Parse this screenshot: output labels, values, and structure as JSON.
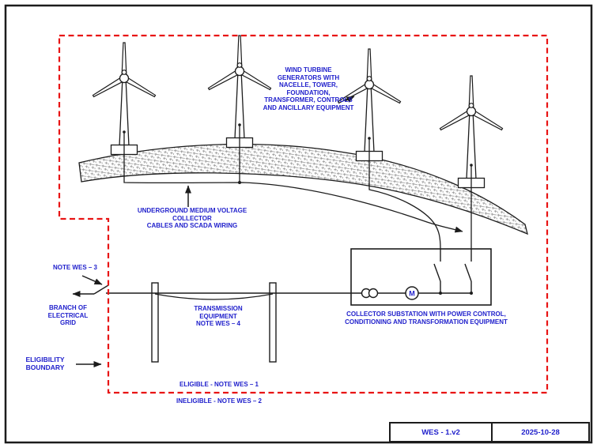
{
  "diagram_title": "Wind Energy System Eligibility Boundary Diagram",
  "colors": {
    "boundary_red": "#e81414",
    "label_blue": "#2121cc",
    "line_black": "#1c1c1c",
    "ground_hatch_gray": "#8f8f8f"
  },
  "labels": {
    "wind_turbines": "WIND TURBINE\nGENERATORS WITH\nNACELLE, TOWER,\nFOUNDATION,\nTRANSFORMER, CONTROLS\nAND ANCILLARY EQUIPMENT",
    "underground": "UNDERGROUND MEDIUM VOLTAGE COLLECTOR\nCABLES AND SCADA WIRING",
    "note_wes_3": "NOTE WES – 3",
    "branch_grid": "BRANCH OF\nELECTRICAL\nGRID",
    "transmission": "TRANSMISSION\nEQUIPMENT\nNOTE WES – 4",
    "substation": "COLLECTOR SUBSTATION WITH POWER CONTROL,\nCONDITIONING AND TRANSFORMATION EQUIPMENT",
    "eligibility": "ELIGIBILITY\nBOUNDARY",
    "eligible": "ELIGIBLE - NOTE WES – 1",
    "ineligible": "INELIGIBLE - NOTE WES – 2",
    "meter_symbol": "M"
  },
  "title_block": {
    "drawing_id": "WES - 1.v2",
    "date": "2025-10-28"
  }
}
